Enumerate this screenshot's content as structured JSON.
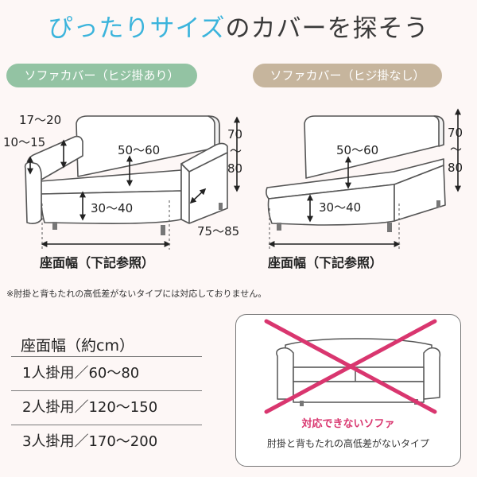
{
  "title": {
    "part1": "ぴったりサイズ",
    "part2": "のカバーを探そう"
  },
  "sections": {
    "with_armrest": {
      "label": "ソファカバー（ヒジ掛あり）",
      "dims": {
        "armrest_height": "17〜20",
        "armrest_width": "10〜15",
        "back_height": "50〜60",
        "seat_height": "30〜40",
        "total_height_top": "70",
        "total_height_tilde": "〜",
        "total_height_bottom": "80",
        "depth": "75〜85",
        "seat_width": "座面幅（下記参照）"
      }
    },
    "without_armrest": {
      "label": "ソファカバー（ヒジ掛なし）",
      "dims": {
        "back_height": "50〜60",
        "seat_height": "30〜40",
        "total_height_top": "70",
        "total_height_tilde": "〜",
        "total_height_bottom": "80",
        "seat_width": "座面幅（下記参照）"
      }
    }
  },
  "note": "※肘掛と背もたれの高低差がないタイプには対応しておりません。",
  "size_table": {
    "title": "座面幅（約cm）",
    "rows": [
      "1人掛用／60〜80",
      "2人掛用／120〜150",
      "3人掛用／170〜200"
    ]
  },
  "unsupported": {
    "caption": "対応できないソファ",
    "description": "肘掛と背もたれの高低差がないタイプ"
  },
  "colors": {
    "title_accent": "#3bb4dc",
    "pill_green": "#93c3a3",
    "pill_beige": "#c6b59d",
    "cross": "#d9366f"
  }
}
